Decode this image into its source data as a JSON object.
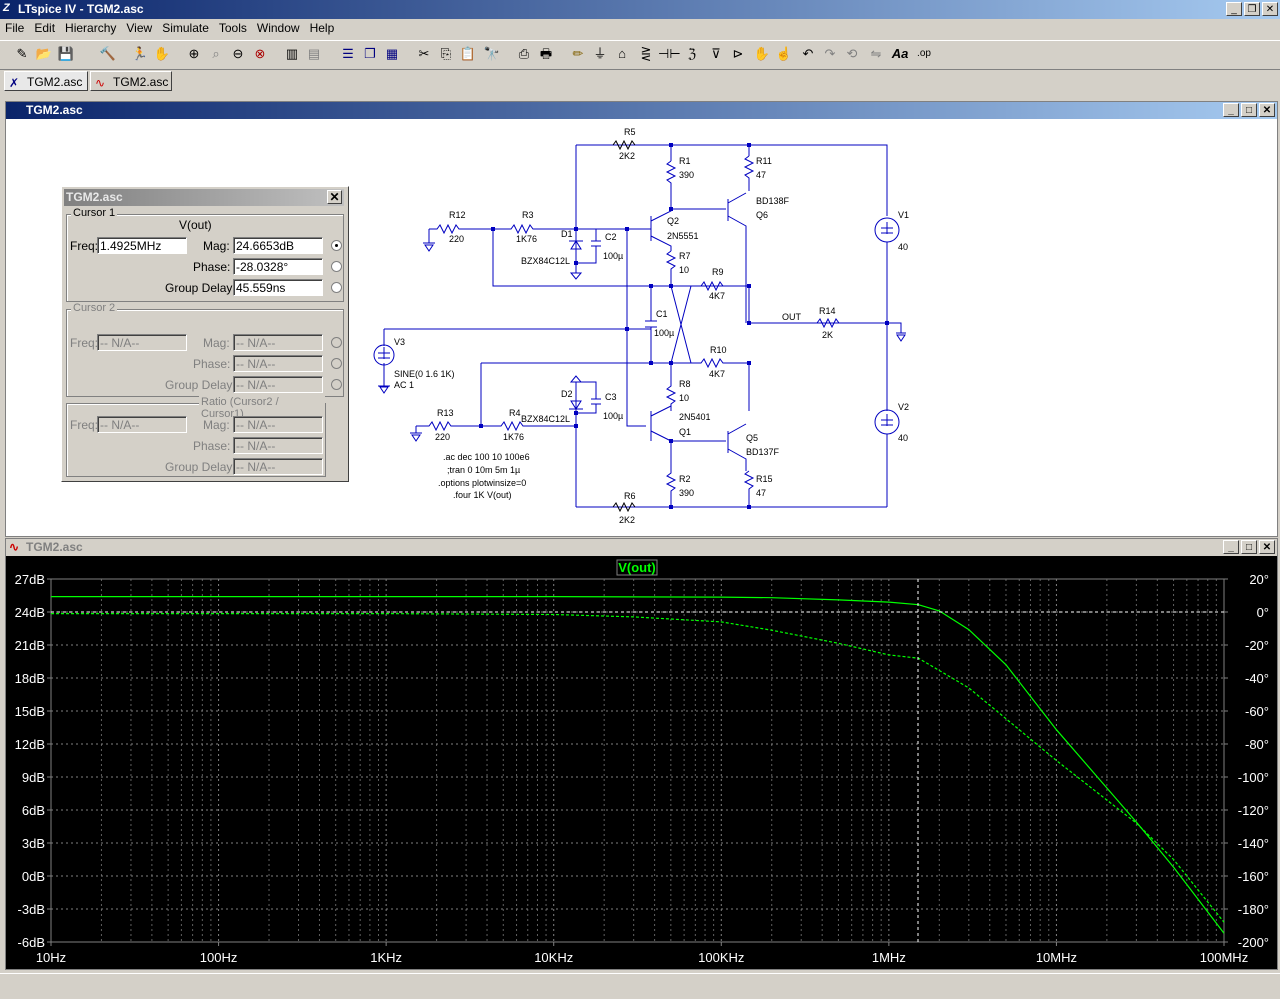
{
  "app": {
    "title": "LTspice IV - TGM2.asc",
    "icon": "ltspice-icon"
  },
  "window_buttons": {
    "minimize": "_",
    "restore": "❐",
    "close": "✕"
  },
  "menu": [
    "File",
    "Edit",
    "Hierarchy",
    "View",
    "Simulate",
    "Tools",
    "Window",
    "Help"
  ],
  "toolbar_icons": [
    "new-schematic-icon",
    "open-icon",
    "save-icon",
    "control-panel-icon",
    "run-icon",
    "halt-icon",
    "zoom-in-icon",
    "zoom-box-icon",
    "zoom-out-icon",
    "zoom-cancel-icon",
    "autorange-icon",
    "add-trace-icon",
    "tile-horizontal-icon",
    "cascade-icon",
    "tile-vertical-icon",
    "cut-icon",
    "copy-icon",
    "paste-icon",
    "find-icon",
    "print-preview-icon",
    "print-icon",
    "wire-icon",
    "ground-icon",
    "label-icon",
    "resistor-icon",
    "capacitor-icon",
    "inductor-icon",
    "diode-icon",
    "component-icon",
    "move-icon",
    "drag-icon",
    "undo-icon",
    "redo-icon",
    "rotate-icon",
    "mirror-icon",
    "text-icon",
    "spice-directive-icon"
  ],
  "tabs": [
    {
      "label": "TGM2.asc",
      "icon": "schematic-icon"
    },
    {
      "label": "TGM2.asc",
      "icon": "waveform-icon"
    }
  ],
  "schematic": {
    "title": "TGM2.asc",
    "components": [
      {
        "ref": "R5",
        "value": "2K2"
      },
      {
        "ref": "R1",
        "value": "390"
      },
      {
        "ref": "R11",
        "value": "47"
      },
      {
        "ref": "Q6",
        "value": "BD138F"
      },
      {
        "ref": "Q2",
        "value": "2N5551"
      },
      {
        "ref": "R12",
        "value": "220"
      },
      {
        "ref": "R3",
        "value": "1K76"
      },
      {
        "ref": "D1",
        "value": "BZX84C12L"
      },
      {
        "ref": "C2",
        "value": "100µ"
      },
      {
        "ref": "R7",
        "value": "10"
      },
      {
        "ref": "R9",
        "value": "4K7"
      },
      {
        "ref": "V1",
        "value": "40"
      },
      {
        "ref": "C1",
        "value": "100µ"
      },
      {
        "ref": "R14",
        "value": "2K"
      },
      {
        "ref": "V3",
        "value": "SINE(0 1.6 1K)",
        "value2": "AC 1"
      },
      {
        "ref": "R10",
        "value": "4K7"
      },
      {
        "ref": "D2",
        "value": "BZX84C12L"
      },
      {
        "ref": "C3",
        "value": "100µ"
      },
      {
        "ref": "R8",
        "value": "10"
      },
      {
        "ref": "R13",
        "value": "220"
      },
      {
        "ref": "R4",
        "value": "1K76"
      },
      {
        "ref": "Q1",
        "value": "2N5401"
      },
      {
        "ref": "Q5",
        "value": "BD137F"
      },
      {
        "ref": "V2",
        "value": "40"
      },
      {
        "ref": "R2",
        "value": "390"
      },
      {
        "ref": "R15",
        "value": "47"
      },
      {
        "ref": "R6",
        "value": "2K2"
      }
    ],
    "net_label": "OUT",
    "directives": [
      ".ac dec 100 10 100e6",
      ";tran 0 10m 5m 1µ",
      ".options plotwinsize=0",
      ".four 1K V(out)"
    ]
  },
  "cursor_window": {
    "title": "TGM2.asc",
    "cursor1": {
      "group": "Cursor 1",
      "trace": "V(out)",
      "freq_label": "Freq:",
      "freq": "1.4925MHz",
      "mag_label": "Mag:",
      "mag": "24.6653dB",
      "phase_label": "Phase:",
      "phase": "-28.0328°",
      "gd_label": "Group Delay:",
      "gd": "45.559ns"
    },
    "cursor2": {
      "group": "Cursor 2",
      "freq_label": "Freq:",
      "freq": "-- N/A--",
      "mag_label": "Mag:",
      "mag": "-- N/A--",
      "phase_label": "Phase:",
      "phase": "-- N/A--",
      "gd_label": "Group Delay:",
      "gd": "-- N/A--"
    },
    "ratio": {
      "group": "Ratio (Cursor2 / Cursor1)",
      "freq_label": "Freq:",
      "freq": "-- N/A--",
      "mag_label": "Mag:",
      "mag": "-- N/A--",
      "phase_label": "Phase:",
      "phase": "-- N/A--",
      "gd_label": "Group Delay:",
      "gd": "-- N/A--"
    }
  },
  "plot": {
    "title": "TGM2.asc",
    "trace_label": "V(out)",
    "colors": {
      "trace": "#00ff00",
      "grid": "#808080",
      "background": "#000000",
      "axis_text": "#ffffff",
      "cursor": "#ffffff"
    }
  },
  "chart_data": {
    "type": "line",
    "x_scale": "log",
    "xlim": [
      10,
      100000000
    ],
    "x_ticks": [
      "10Hz",
      "100Hz",
      "1KHz",
      "10KHz",
      "100KHz",
      "1MHz",
      "10MHz",
      "100MHz"
    ],
    "ylim_left": [
      -6,
      27
    ],
    "y_ticks_left": [
      "27dB",
      "24dB",
      "21dB",
      "18dB",
      "15dB",
      "12dB",
      "9dB",
      "6dB",
      "3dB",
      "0dB",
      "-3dB",
      "-6dB"
    ],
    "ylim_right": [
      -200,
      20
    ],
    "y_ticks_right": [
      "20°",
      "0°",
      "-20°",
      "-40°",
      "-60°",
      "-80°",
      "-100°",
      "-120°",
      "-140°",
      "-160°",
      "-180°",
      "-200°"
    ],
    "cursor_x": 1492500,
    "series": [
      {
        "name": "V(out)",
        "axis": "magnitude",
        "style": "solid",
        "x": [
          10,
          100,
          1000,
          10000,
          100000,
          200000,
          500000,
          1000000,
          1500000,
          2000000,
          3000000,
          5000000,
          10000000,
          20000000,
          30000000,
          50000000,
          100000000
        ],
        "values": [
          25.4,
          25.4,
          25.4,
          25.4,
          25.35,
          25.3,
          25.1,
          24.9,
          24.66,
          24.1,
          22.4,
          19.2,
          13.3,
          8.0,
          4.9,
          0.8,
          -5.2
        ]
      },
      {
        "name": "V(out)",
        "axis": "phase",
        "style": "dashed",
        "x": [
          10,
          1000,
          10000,
          30000,
          100000,
          200000,
          500000,
          1000000,
          1500000,
          3000000,
          10000000,
          20000000,
          30000000,
          50000000,
          100000000
        ],
        "values": [
          -1,
          -1,
          -1.5,
          -3,
          -6,
          -11,
          -19,
          -26,
          -28,
          -46,
          -90,
          -114,
          -128,
          -150,
          -188
        ]
      }
    ]
  }
}
